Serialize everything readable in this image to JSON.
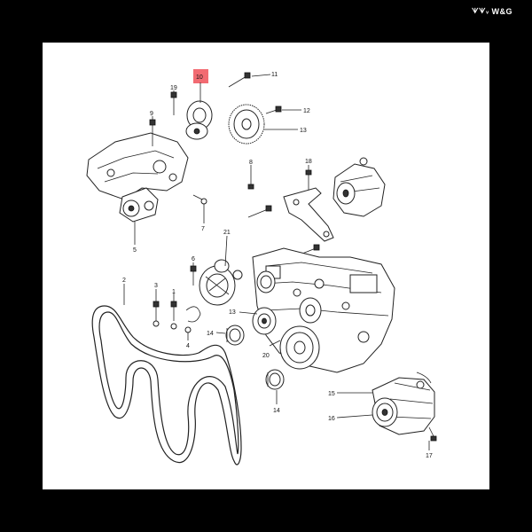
{
  "brand": {
    "mark": "ᗐᗐᵥ",
    "name": "W&G"
  },
  "highlight_color": "#f26b72",
  "callouts": {
    "c1": "1",
    "c2": "2",
    "c3": "3",
    "c4": "4",
    "c5": "5",
    "c6": "6",
    "c7": "7",
    "c8": "8",
    "c9": "9",
    "c10": "10",
    "c11": "11",
    "c12": "12",
    "c13a": "13",
    "c13b": "13",
    "c14a": "14",
    "c14b": "14",
    "c15": "15",
    "c16": "16",
    "c17": "17",
    "c18": "18",
    "c19": "19",
    "c20": "20",
    "c21": "21"
  }
}
